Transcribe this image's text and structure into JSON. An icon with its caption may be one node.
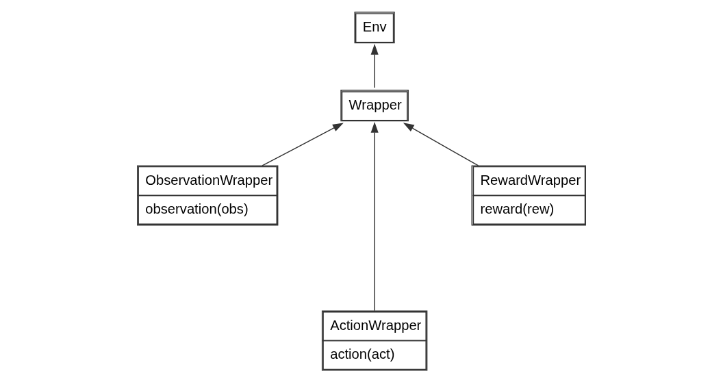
{
  "diagram": {
    "nodes": [
      {
        "text": [
          "Env"
        ]
      },
      {
        "text": [
          "Wrapper"
        ]
      },
      {
        "text": [
          "RewardWrapper",
          "reward(rew)"
        ]
      },
      {
        "text": [
          "ObservationWrapper",
          "observation(obs)"
        ]
      },
      {
        "text": [
          "ActionWrapper",
          "action(act)"
        ]
      }
    ],
    "edges": [
      {
        "from": 1,
        "to": 0,
        "arrow": "to"
      },
      {
        "from": 3,
        "to": 1,
        "arrow": "to"
      },
      {
        "from": 4,
        "to": 1,
        "arrow": "to"
      },
      {
        "from": 2,
        "to": 1,
        "arrow": "to"
      }
    ]
  }
}
